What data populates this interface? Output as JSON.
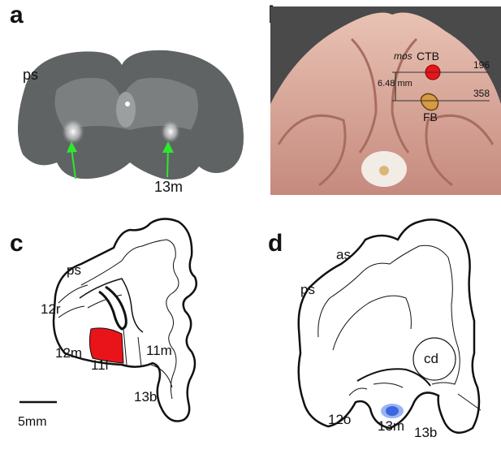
{
  "panels": {
    "a": {
      "letter": "a",
      "labels": {
        "ps": "ps",
        "m13": "13m"
      },
      "arrow_color": "#2ee82e"
    },
    "b": {
      "letter": "b",
      "labels": {
        "mos": "mos",
        "ctb": "CTB",
        "fb": "FB",
        "distance": "6.48 mm",
        "slice1": "196",
        "slice2": "358"
      },
      "ctb_color": "#e8141a",
      "fb_color": "#d79a45"
    },
    "c": {
      "letter": "c",
      "labels": {
        "ps": "ps",
        "r12": "12r",
        "m12": "12m",
        "l11": "11l",
        "m11": "11m",
        "b13": "13b"
      },
      "injection_color": "#e8141a",
      "scale_label": "5mm"
    },
    "d": {
      "letter": "d",
      "labels": {
        "as": "as",
        "ps": "ps",
        "cd": "cd",
        "o12": "12o",
        "m13": "13m",
        "b13": "13b"
      },
      "injection_color": "#3a66e0"
    }
  }
}
